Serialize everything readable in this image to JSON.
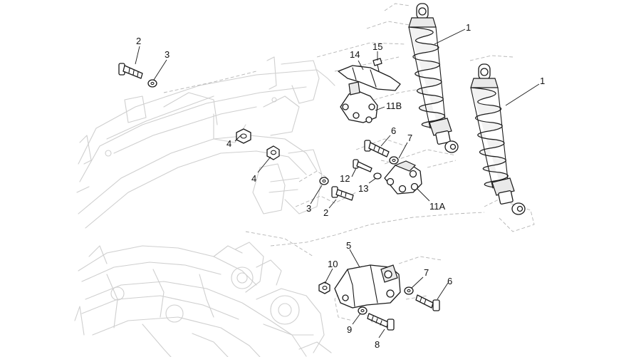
{
  "callouts": {
    "c1a": "1",
    "c1b": "1",
    "c2a": "2",
    "c2b": "2",
    "c3a": "3",
    "c3b": "3",
    "c4a": "4",
    "c4b": "4",
    "c5": "5",
    "c6a": "6",
    "c6b": "6",
    "c7a": "7",
    "c7b": "7",
    "c8": "8",
    "c9": "9",
    "c10": "10",
    "c11a": "11A",
    "c11b": "11B",
    "c12": "12",
    "c13": "13",
    "c14": "14",
    "c15": "15"
  }
}
